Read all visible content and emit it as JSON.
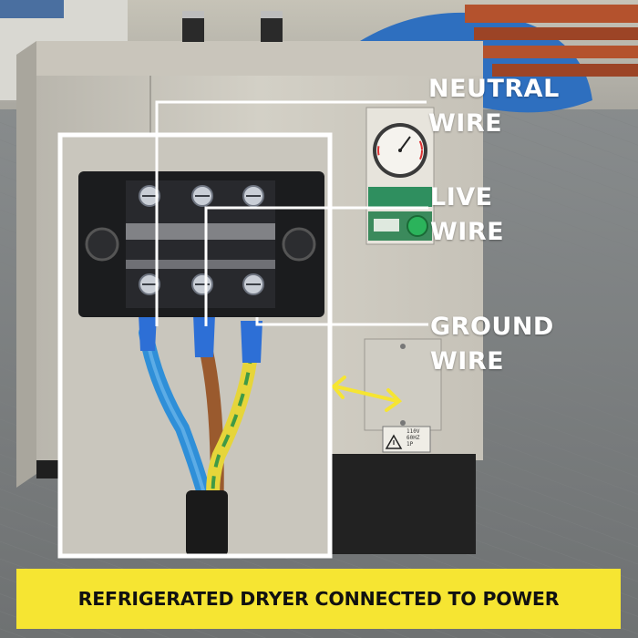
{
  "labels": {
    "neutral": [
      "NEUTRAL",
      "WIRE"
    ],
    "live": [
      "LIVE",
      "WIRE"
    ],
    "ground": [
      "GROUND",
      "WIRE"
    ]
  },
  "caption": "REFRIGERATED DRYER CONNECTED TO POWER",
  "spec_plate": [
    "110V",
    "60HZ",
    "1P"
  ],
  "colors": {
    "banner": "#f6e532",
    "callout": "#ffffff",
    "arrow": "#f6e532",
    "neutral_wire": "#2f8fd8",
    "live_wire": "#9a5a2e",
    "ground_wire_yellow": "#e6d53a",
    "ground_wire_green": "#3f9a46",
    "terminal_caps": "#2d6fd6",
    "terminal_block": "#1b1c1e"
  },
  "icons": [
    "gauge-icon",
    "power-button-icon",
    "warning-triangle-icon",
    "double-arrow-icon"
  ]
}
